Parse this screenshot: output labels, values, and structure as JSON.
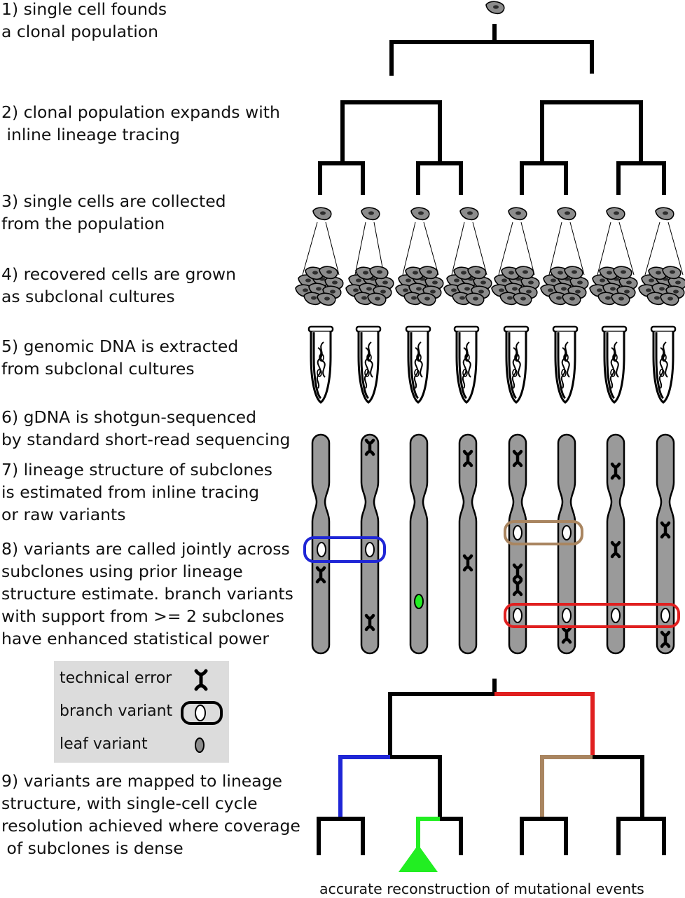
{
  "steps": [
    {
      "lines": [
        "1) single cell founds",
        "a clonal population"
      ]
    },
    {
      "lines": [
        "2) clonal population expands with",
        " inline lineage tracing"
      ]
    },
    {
      "lines": [
        "3) single cells are collected",
        "from the population"
      ]
    },
    {
      "lines": [
        "4) recovered cells are grown",
        "as subclonal cultures"
      ]
    },
    {
      "lines": [
        "5) genomic DNA is extracted",
        "from subclonal cultures"
      ]
    },
    {
      "lines": [
        "6) gDNA is shotgun-sequenced",
        "by standard short-read sequencing"
      ]
    },
    {
      "lines": [
        "7) lineage structure of subclones",
        "is estimated from inline tracing",
        "or raw variants"
      ]
    },
    {
      "lines": [
        "8) variants are called jointly across",
        "subclones using prior lineage",
        "structure estimate. branch variants",
        "with support from >= 2 subclones",
        "have enhanced statistical power"
      ]
    },
    {
      "lines": [
        "9) variants are mapped to lineage",
        "structure, with single-cell cycle",
        "resolution achieved where coverage",
        " of subclones is dense"
      ]
    }
  ],
  "legend": {
    "technical_error": "technical error",
    "branch_variant": "branch variant",
    "leaf_variant": "leaf variant"
  },
  "caption": "accurate reconstruction of mutational events",
  "colors": {
    "line": "#000000",
    "cell_fill": "#8c8c8c",
    "chromosome_fill": "#9a9a9a",
    "legend_bg": "#dcdcdc",
    "blue_branch": "#1f26d6",
    "tan_branch": "#a98560",
    "red_branch": "#e02020",
    "green_leaf": "#22ee22"
  },
  "icons": [
    "cell-icon",
    "cell-cluster-icon",
    "tube-icon",
    "chromosome-icon",
    "technical-error-icon",
    "branch-variant-icon",
    "leaf-variant-icon"
  ]
}
